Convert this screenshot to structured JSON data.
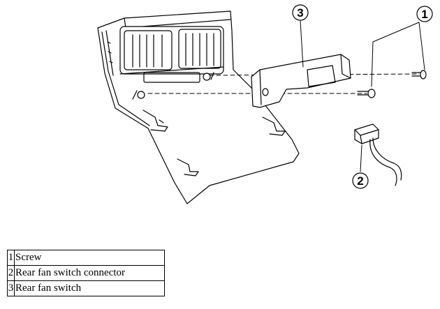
{
  "callouts": [
    {
      "number": "1"
    },
    {
      "number": "2"
    },
    {
      "number": "3"
    }
  ],
  "legend": [
    {
      "number": "1",
      "label": "Screw"
    },
    {
      "number": "2",
      "label": "Rear fan switch connector"
    },
    {
      "number": "3",
      "label": "Rear fan switch"
    }
  ]
}
